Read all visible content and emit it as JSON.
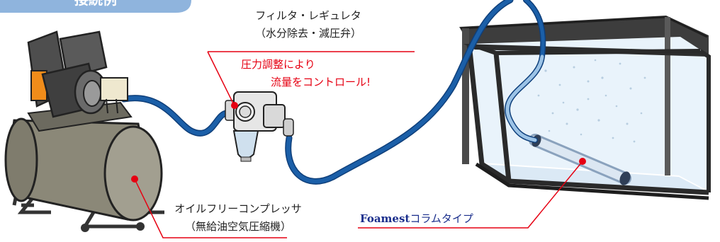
{
  "header_tab": {
    "label": "接続例"
  },
  "labels": {
    "filter_title": "フィルタ・レギュレタ",
    "filter_sub": "（水分除去・減圧弁）",
    "note_line1": "圧力調整により",
    "note_line2": "流量をコントロール!",
    "compressor_title": "オイルフリーコンプレッサ",
    "compressor_sub": "（無給油空気圧縮機）",
    "product_brand": "Foamest",
    "product_rest": "コラムタイプ"
  },
  "colors": {
    "accent_red": "#e60012",
    "tab_blue": "#8fb4dd",
    "hose_blue": "#1b5fa8",
    "hose_light": "#9cc3e6",
    "tank_olive": "#8b8878",
    "brand_navy": "#1a2e8c"
  }
}
